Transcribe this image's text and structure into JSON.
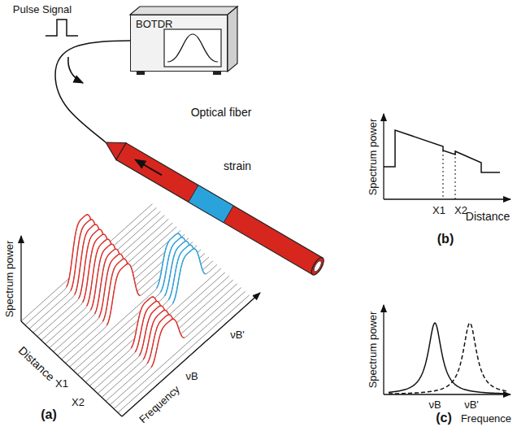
{
  "diagram": {
    "nodes": [
      {
        "text": [
          "BOTDR"
        ]
      }
    ],
    "labels": [
      "Pulse Signal",
      "Optical fiber",
      "strain",
      "Spectrum power",
      "X1",
      "X2",
      "Distance",
      "(b)",
      "Spectrum power",
      "Distance",
      "X1",
      "X2",
      "Frequency",
      "νB",
      "νB'",
      "(a)",
      "Spectrum power",
      "νB",
      "νB'",
      "Frequence",
      "(c)"
    ]
  }
}
